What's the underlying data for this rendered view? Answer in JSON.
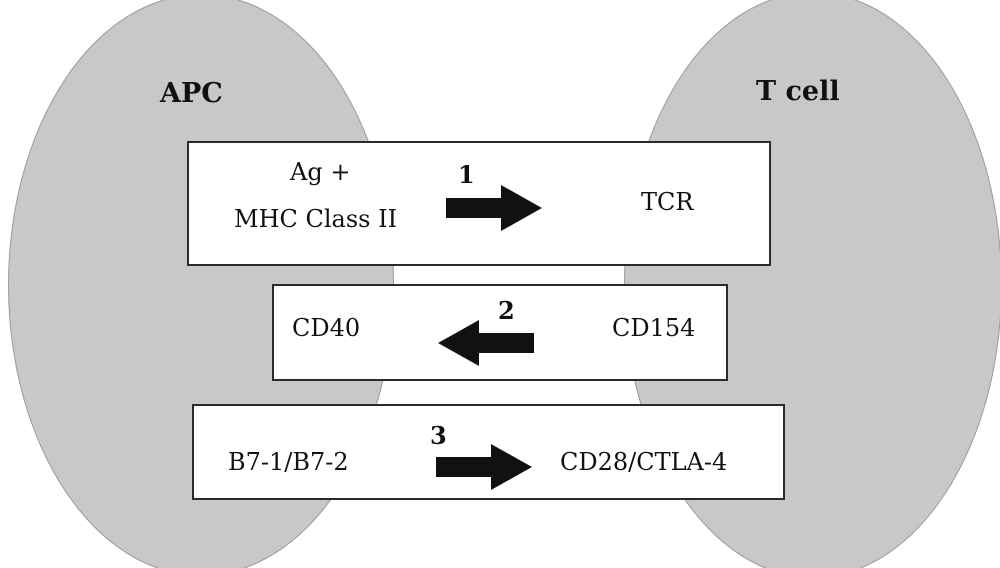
{
  "cells": {
    "apc": {
      "label": "APC"
    },
    "t_cell": {
      "label": "T cell"
    }
  },
  "interactions": [
    {
      "number": "1",
      "left_lines": [
        "Ag +",
        "MHC Class II"
      ],
      "right": "TCR",
      "direction": "right"
    },
    {
      "number": "2",
      "left": "CD40",
      "right": "CD154",
      "direction": "left"
    },
    {
      "number": "3",
      "left": "B7-1/B7-2",
      "right": "CD28/CTLA-4",
      "direction": "right"
    }
  ],
  "colors": {
    "cell_fill": "#c8c8c8",
    "box_border": "#2a2a2a",
    "arrow": "#111111"
  }
}
